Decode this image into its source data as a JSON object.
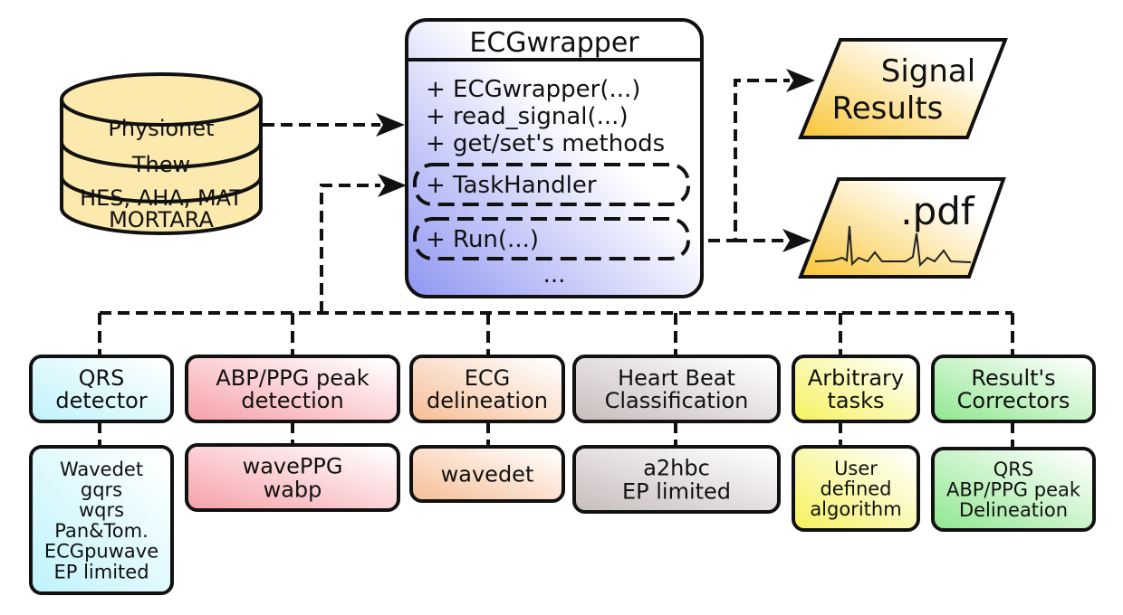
{
  "database": {
    "sources": [
      "Physionet",
      "Thew",
      "HES, AHA, MAT",
      "MORTARA"
    ]
  },
  "wrapper": {
    "title": "ECGwrapper",
    "members": [
      "+ ECGwrapper(...)",
      "+ read_signal(...)",
      "+ get/set's methods"
    ],
    "task_handler": "+ TaskHandler",
    "run": "+ Run(...)",
    "more": "..."
  },
  "outputs": {
    "signal_results": [
      "Signal",
      "Results"
    ],
    "pdf": ".pdf"
  },
  "tasks": [
    {
      "title": [
        "QRS",
        "detector"
      ],
      "items": [
        "Wavedet",
        "gqrs",
        "wqrs",
        "Pan&Tom.",
        "ECGpuwave",
        "EP limited"
      ],
      "color": "#bff3fb"
    },
    {
      "title": [
        "ABP/PPG peak",
        "detection"
      ],
      "items": [
        "wavePPG",
        "wabp"
      ],
      "color": "#f6a0a8"
    },
    {
      "title": [
        "ECG",
        "delineation"
      ],
      "items": [
        "wavedet"
      ],
      "color": "#f6bd95"
    },
    {
      "title": [
        "Heart Beat",
        "Classification"
      ],
      "items": [
        "a2hbc",
        "EP limited"
      ],
      "color": "#c7bcbc"
    },
    {
      "title": [
        "Arbitrary",
        "tasks"
      ],
      "items": [
        "User",
        "defined",
        "algorithm"
      ],
      "color": "#f5f25b"
    },
    {
      "title": [
        "Result's",
        "Correctors"
      ],
      "items": [
        "QRS",
        "ABP/PPG peak",
        "Delineation"
      ],
      "color": "#8fe78f"
    }
  ],
  "colors": {
    "wrapper_accent": "#8e95f2",
    "database_fill": "#fbe9ad",
    "output_accent": "#f9c535"
  }
}
